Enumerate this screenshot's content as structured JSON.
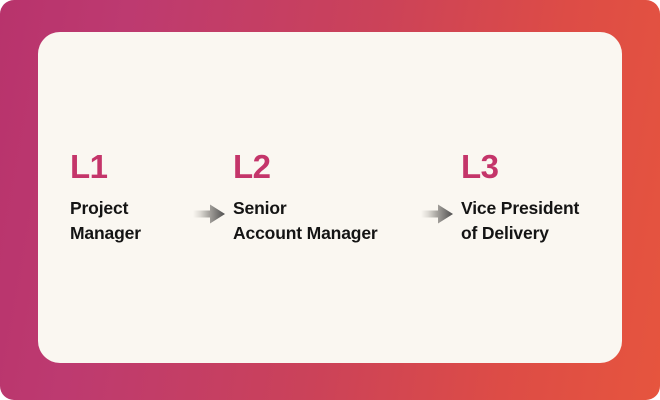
{
  "theme": {
    "background_gradient_start": "#b8336c",
    "background_gradient_end": "#e6553e",
    "card_background": "#faf7f1",
    "level_code_color": "#c4356a",
    "level_title_color": "#141414",
    "arrow_color": "#555555"
  },
  "diagram": {
    "type": "progression",
    "levels": [
      {
        "code": "L1",
        "title_lines": [
          "Project",
          "Manager"
        ],
        "title": "Project Manager"
      },
      {
        "code": "L2",
        "title_lines": [
          "Senior",
          "Account Manager"
        ],
        "title": "Senior Account Manager"
      },
      {
        "code": "L3",
        "title_lines": [
          "Vice President",
          "of Delivery"
        ],
        "title": "Vice President of Delivery"
      }
    ],
    "connectors": [
      {
        "icon": "arrow-right-icon",
        "from": "L1",
        "to": "L2"
      },
      {
        "icon": "arrow-right-icon",
        "from": "L2",
        "to": "L3"
      }
    ]
  }
}
